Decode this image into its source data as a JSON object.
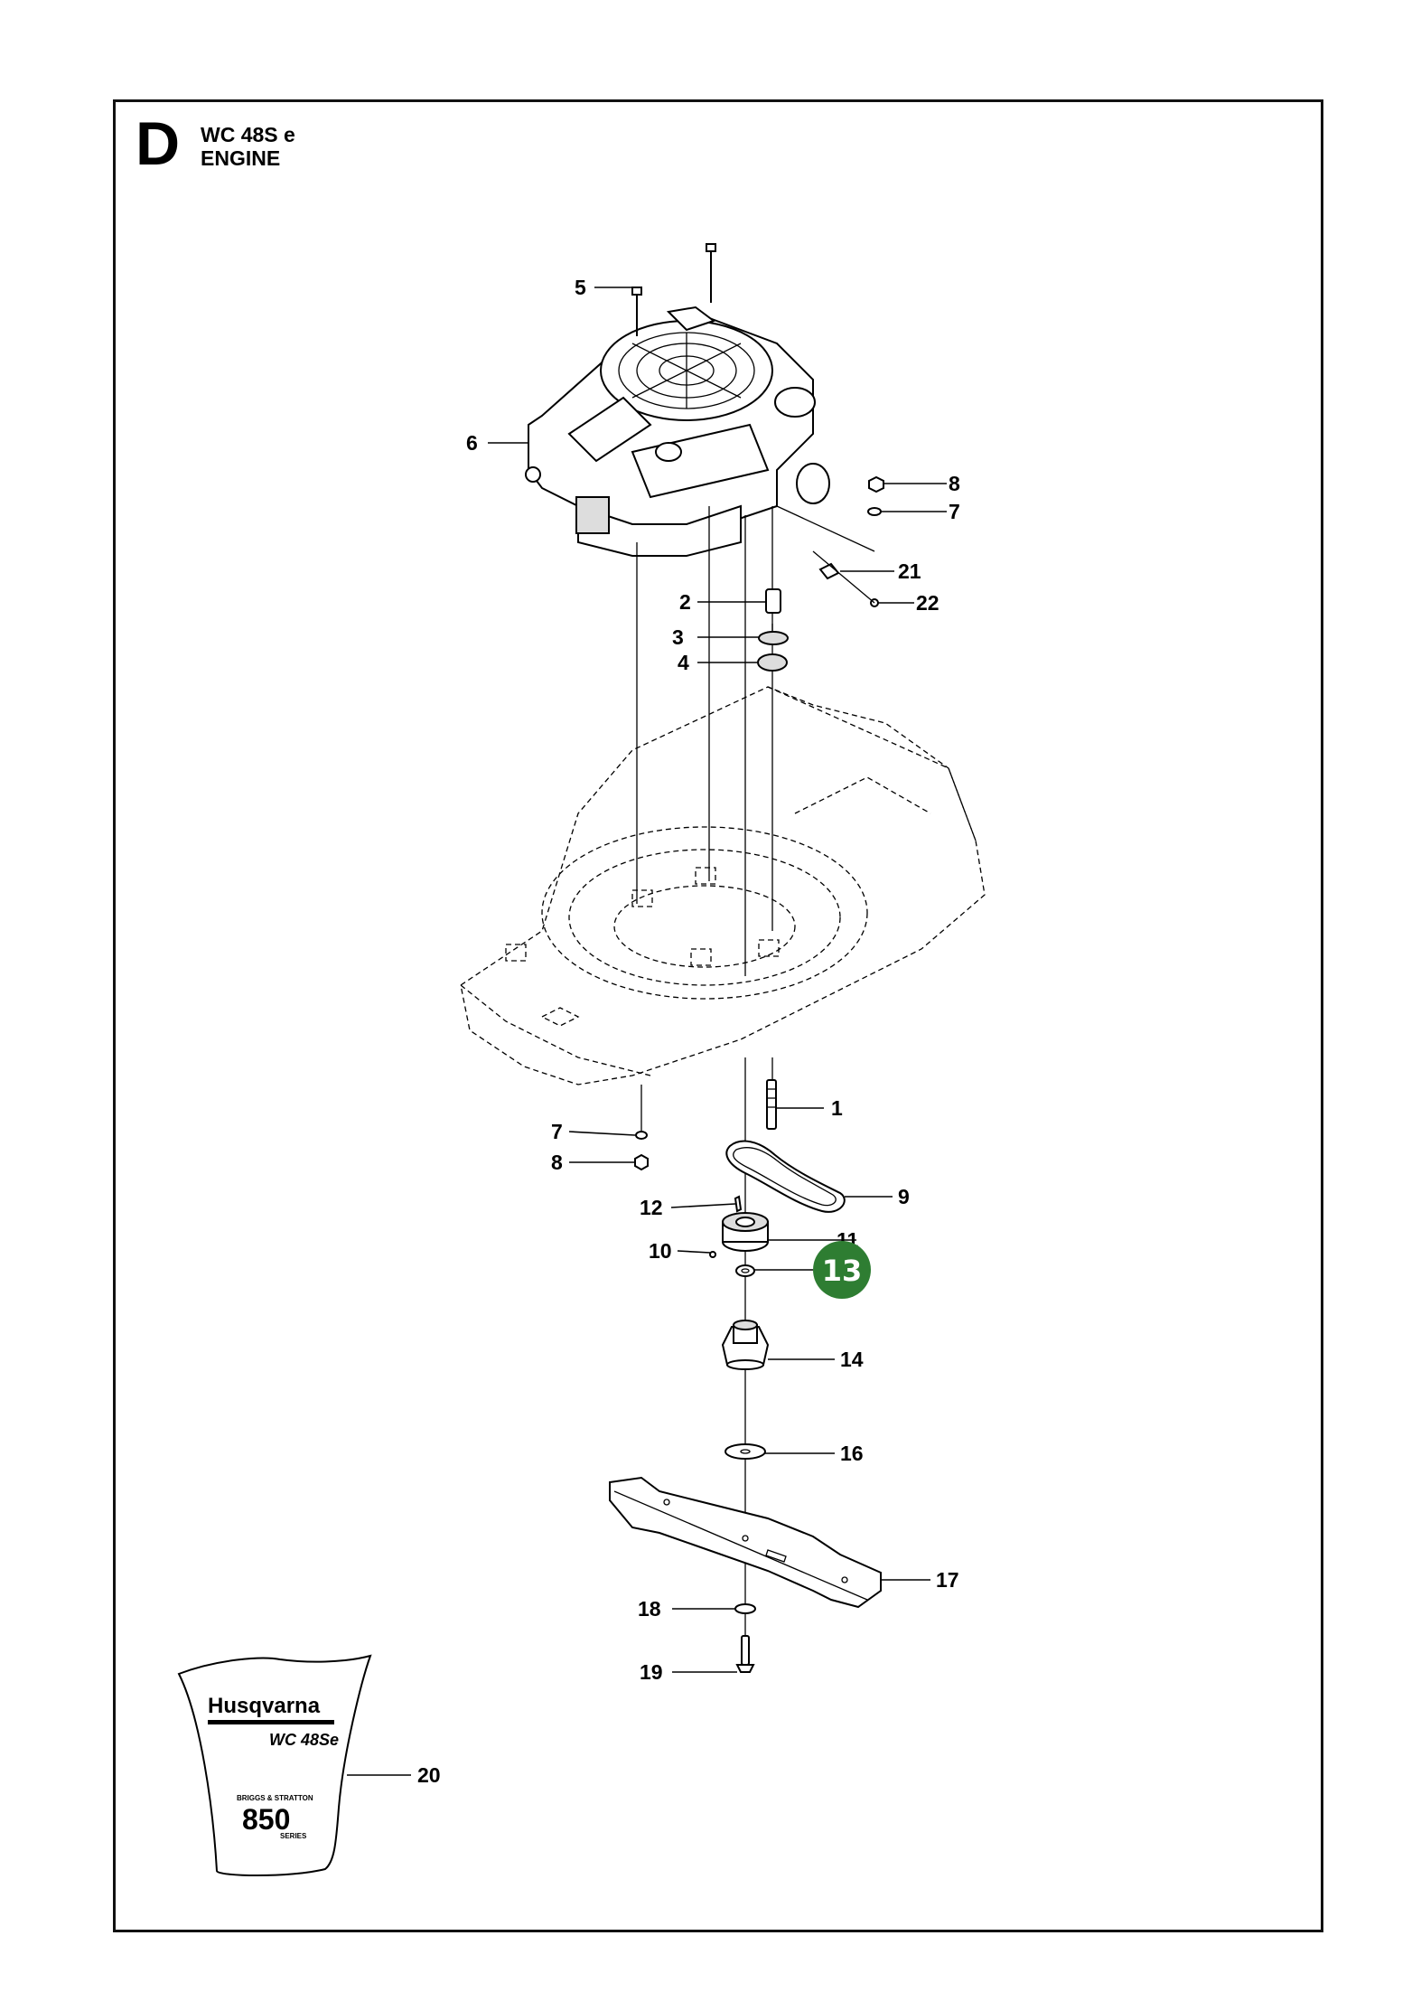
{
  "section": {
    "letter": "D",
    "model": "WC 48S e",
    "name": "ENGINE"
  },
  "callouts": [
    "1",
    "2",
    "3",
    "4",
    "5",
    "6",
    "7",
    "8",
    "9",
    "10",
    "11",
    "12",
    "14",
    "16",
    "17",
    "18",
    "19",
    "20",
    "21",
    "22"
  ],
  "callouts_lower": {
    "7": "7",
    "8": "8"
  },
  "highlight": {
    "number": "13",
    "color": "#2e7d32"
  },
  "decal": {
    "brand": "Husqvarna",
    "model": "WC 48Se",
    "engine_line": "BRIGGS & STRATTON",
    "engine_num": "850",
    "engine_sub": "SERIES"
  }
}
